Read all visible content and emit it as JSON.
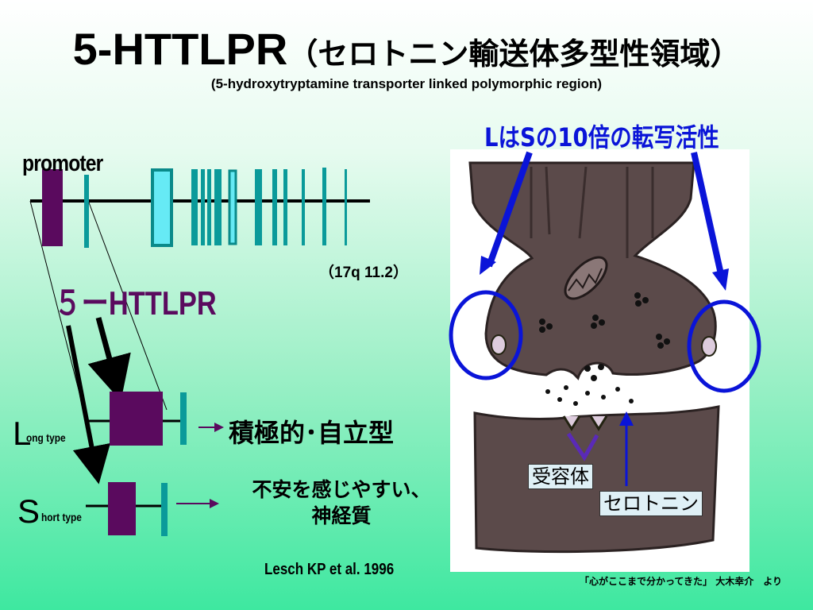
{
  "title": {
    "main": "5-HTTLPR",
    "jp": "（セロトニン輸送体多型性領域）"
  },
  "subtitle": "(5-hydroxytryptamine transporter linked polymorphic region)",
  "gene_diagram": {
    "promoter_label": "promoter",
    "chromosome_location": "（17q 11.2）",
    "httlpr_label": "５ーHTTLPR"
  },
  "alleles": {
    "long": {
      "letter": "L",
      "text": "ong type",
      "description": "積極的･自立型"
    },
    "short": {
      "letter": "S",
      "text": "hort type",
      "description": "不安を感じやすい、神経質"
    }
  },
  "citation": "Lesch KP et al. 1996",
  "synapse": {
    "heading": "LはSの10倍の転写活性",
    "receptor_label": "受容体",
    "serotonin_label": "セロトニン"
  },
  "source": "「心がここまで分かってきた」 大木幸介　より",
  "colors": {
    "promoter_box": "#5a0a5e",
    "exon": "#0a9a9a",
    "exon_light": "#66eaf5",
    "accent_blue": "#0a14d8",
    "neuron": "#5b4a4a"
  }
}
